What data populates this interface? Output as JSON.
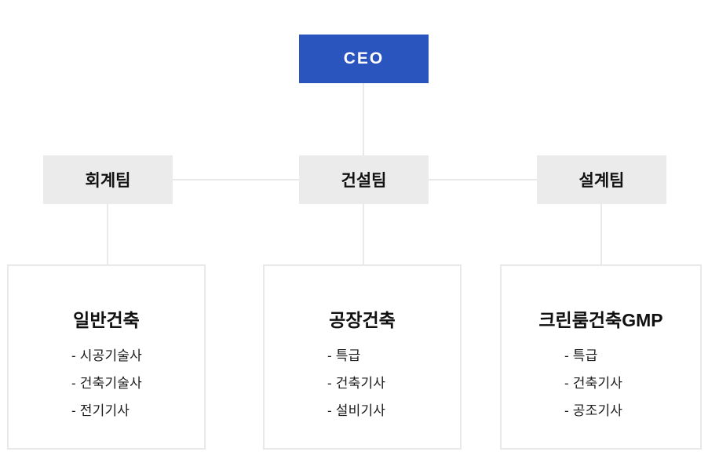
{
  "org_chart": {
    "root": {
      "label": "CEO"
    },
    "teams": [
      {
        "label": "회계팀"
      },
      {
        "label": "건설팀"
      },
      {
        "label": "설계팀"
      }
    ],
    "departments": [
      {
        "title": "일반건축",
        "items": [
          "- 시공기술사",
          "- 건축기술사",
          "- 전기기사"
        ]
      },
      {
        "title": "공장건축",
        "items": [
          "- 특급",
          "- 건축기사",
          "- 설비기사"
        ]
      },
      {
        "title": "크린룸건축GMP",
        "items": [
          "- 특급",
          "- 건축기사",
          "- 공조기사"
        ]
      }
    ],
    "colors": {
      "ceo_bg": "#2a54be",
      "ceo_text": "#ffffff",
      "team_bg": "#ebebeb",
      "team_text": "#111111",
      "connector": "#e9e9e9",
      "detail_border": "#e9e9e9",
      "detail_bg": "#ffffff",
      "item_text": "#1a1a1a"
    }
  }
}
